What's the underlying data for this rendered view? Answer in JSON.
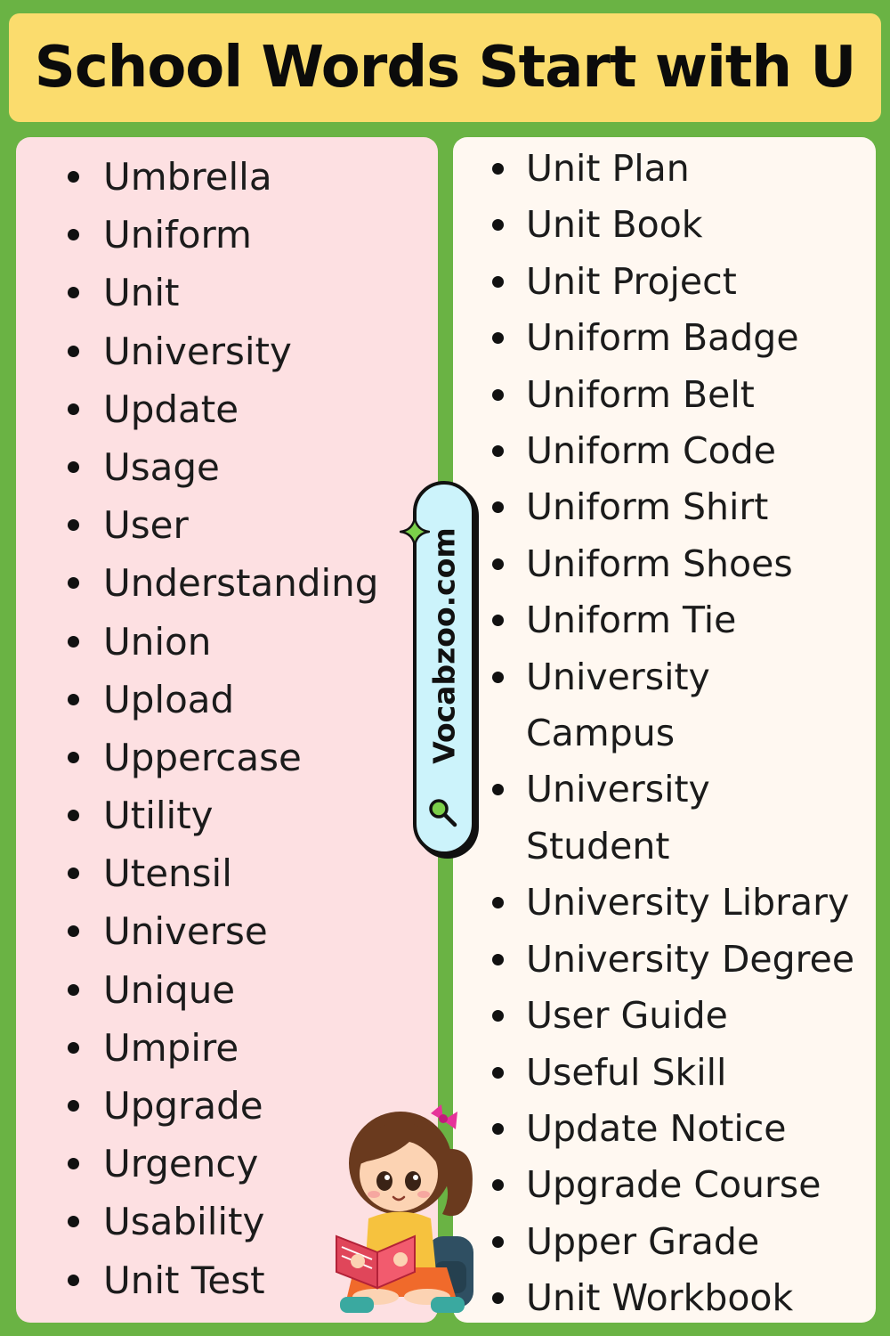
{
  "title": "School Words Start with U",
  "watermark": "Vocabzoo.com",
  "left_words": [
    "Umbrella",
    "Uniform",
    "Unit",
    "University",
    "Update",
    "Usage",
    "User",
    "Understanding",
    "Union",
    "Upload",
    "Uppercase",
    "Utility",
    "Utensil",
    "Universe",
    "Unique",
    "Umpire",
    "Upgrade",
    "Urgency",
    "Usability",
    "Unit Test"
  ],
  "right_words": [
    "Unit Plan",
    "Unit Book",
    "Unit Project",
    "Uniform Badge",
    "Uniform Belt",
    "Uniform Code",
    "Uniform Shirt",
    "Uniform Shoes",
    "Uniform Tie",
    "University Campus",
    "University Student",
    "University Library",
    "University Degree",
    "User Guide",
    "Useful Skill",
    "Update Notice",
    "Upgrade Course",
    "Upper Grade",
    "Unit Workbook"
  ],
  "icons": {
    "sparkle": "sparkle-icon",
    "magnifier": "magnifier-icon",
    "illustration": "girl-reading-book"
  },
  "colors": {
    "background": "#6ab344",
    "title_bg": "#fbdc6d",
    "left_panel": "#fde0e2",
    "right_panel": "#fff8f1",
    "pill": "#ccf3fb"
  }
}
